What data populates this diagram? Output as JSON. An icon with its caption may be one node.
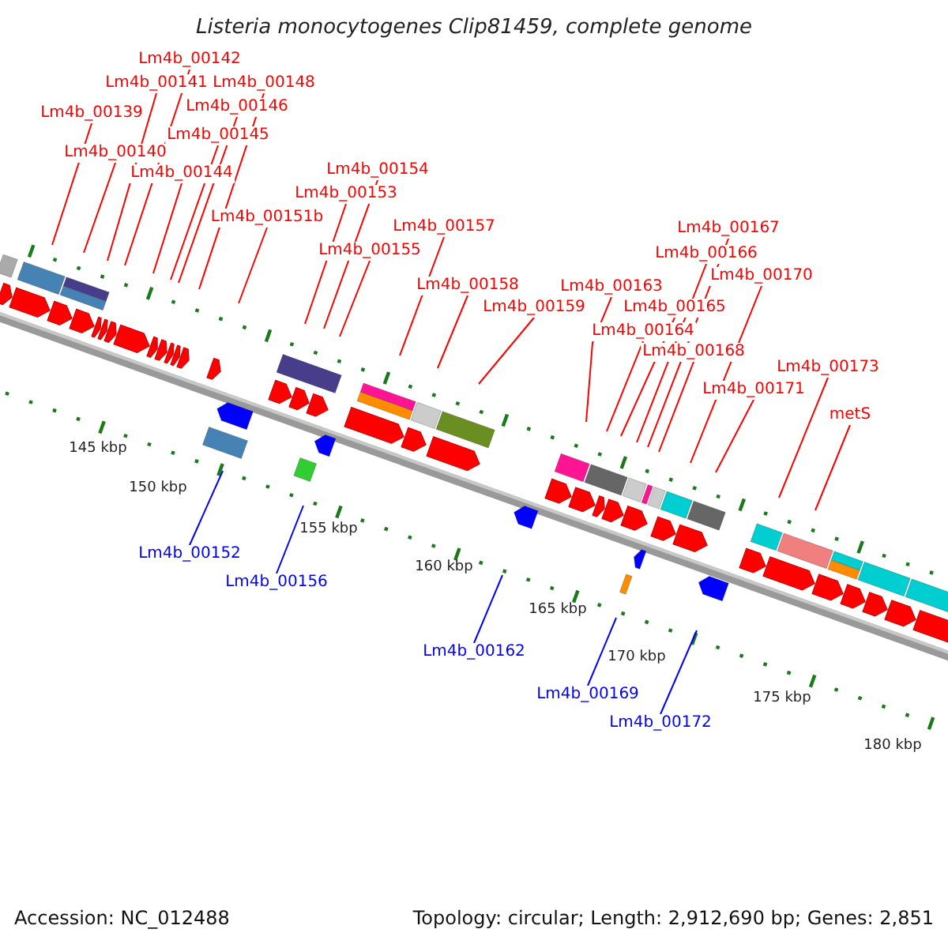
{
  "diagram": {
    "title": "Listeria monocytogenes Clip81459, complete genome",
    "nodes": [
      {
        "text": [
          "Lm4b_00142"
        ]
      },
      {
        "text": [
          "Lm4b_00141"
        ]
      },
      {
        "text": [
          "Lm4b_00148"
        ]
      },
      {
        "text": [
          "Lm4b_00146"
        ]
      },
      {
        "text": [
          "Lm4b_00139"
        ]
      },
      {
        "text": [
          "Lm4b_00145"
        ]
      },
      {
        "text": [
          "Lm4b_00140"
        ]
      },
      {
        "text": [
          "Lm4b_00154"
        ]
      },
      {
        "text": [
          "Lm4b_00144"
        ]
      },
      {
        "text": [
          "Lm4b_00153"
        ]
      },
      {
        "text": [
          "Lm4b_00151b"
        ]
      },
      {
        "text": [
          "Lm4b_00157"
        ]
      },
      {
        "text": [
          "Lm4b_00167"
        ]
      },
      {
        "text": [
          "Lm4b_00155"
        ]
      },
      {
        "text": [
          "Lm4b_00166"
        ]
      },
      {
        "text": [
          "Lm4b_00170"
        ]
      },
      {
        "text": [
          "Lm4b_00158"
        ]
      },
      {
        "text": [
          "Lm4b_00163"
        ]
      },
      {
        "text": [
          "Lm4b_00159"
        ]
      },
      {
        "text": [
          "Lm4b_00165"
        ]
      },
      {
        "text": [
          "Lm4b_00164"
        ]
      },
      {
        "text": [
          "Lm4b_00168"
        ]
      },
      {
        "text": [
          "Lm4b_00173"
        ]
      },
      {
        "text": [
          "Lm4b_00171"
        ]
      },
      {
        "text": [
          "metS"
        ]
      },
      {
        "text": [
          "Lm4b_00152"
        ]
      },
      {
        "text": [
          "Lm4b_00156"
        ]
      },
      {
        "text": [
          "Lm4b_00162"
        ]
      },
      {
        "text": [
          "Lm4b_00169"
        ]
      },
      {
        "text": [
          "Lm4b_00172"
        ]
      }
    ],
    "edges": [
      {
        "from": 0,
        "to": null,
        "arrow": "none"
      },
      {
        "from": 1,
        "to": null,
        "arrow": "none"
      },
      {
        "from": 2,
        "to": null,
        "arrow": "none"
      },
      {
        "from": 3,
        "to": null,
        "arrow": "none"
      },
      {
        "from": 4,
        "to": null,
        "arrow": "none"
      },
      {
        "from": 5,
        "to": null,
        "arrow": "none"
      },
      {
        "from": 6,
        "to": null,
        "arrow": "none"
      },
      {
        "from": 7,
        "to": null,
        "arrow": "none"
      },
      {
        "from": 8,
        "to": null,
        "arrow": "none"
      },
      {
        "from": 9,
        "to": null,
        "arrow": "none"
      },
      {
        "from": 10,
        "to": null,
        "arrow": "none"
      },
      {
        "from": 11,
        "to": null,
        "arrow": "none"
      },
      {
        "from": 12,
        "to": null,
        "arrow": "none"
      },
      {
        "from": 13,
        "to": null,
        "arrow": "none"
      },
      {
        "from": 14,
        "to": null,
        "arrow": "none"
      },
      {
        "from": 15,
        "to": null,
        "arrow": "none"
      },
      {
        "from": 16,
        "to": null,
        "arrow": "none"
      },
      {
        "from": 17,
        "to": null,
        "arrow": "none"
      },
      {
        "from": 18,
        "to": null,
        "arrow": "none"
      },
      {
        "from": 19,
        "to": null,
        "arrow": "none"
      },
      {
        "from": 20,
        "to": null,
        "arrow": "none"
      },
      {
        "from": 21,
        "to": null,
        "arrow": "none"
      },
      {
        "from": 22,
        "to": null,
        "arrow": "none"
      },
      {
        "from": 23,
        "to": null,
        "arrow": "none"
      },
      {
        "from": 24,
        "to": null,
        "arrow": "none"
      },
      {
        "from": 25,
        "to": null,
        "arrow": "none",
        "color": "#0000ff"
      },
      {
        "from": 26,
        "to": null,
        "arrow": "none",
        "color": "#0000ff"
      },
      {
        "from": 27,
        "to": null,
        "arrow": "none",
        "color": "#0000ff"
      },
      {
        "from": 28,
        "to": null,
        "arrow": "none",
        "color": "#0000ff"
      },
      {
        "from": 29,
        "to": null,
        "arrow": "none",
        "color": "#0000ff"
      }
    ],
    "labels": [
      "145 kbp",
      "150 kbp",
      "155 kbp",
      "160 kbp",
      "165 kbp",
      "170 kbp",
      "175 kbp",
      "180 kbp",
      "Accession: NC_012488",
      "Topology: circular; Length: 2,912,690 bp; Genes: 2,851"
    ]
  }
}
